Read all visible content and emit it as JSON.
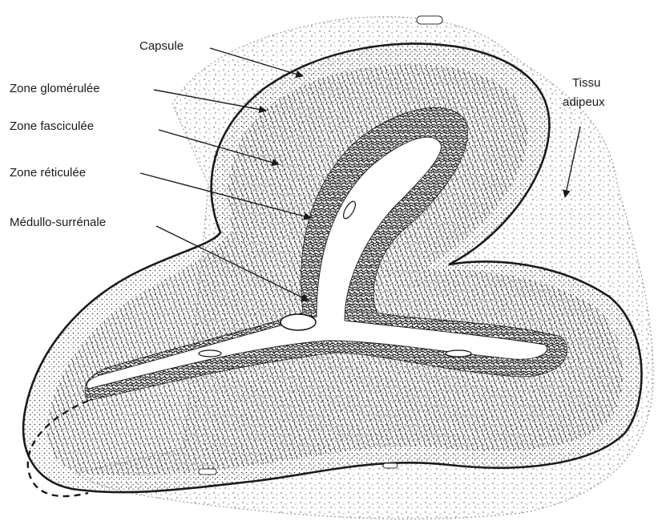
{
  "labels": {
    "capsule": "Capsule",
    "zone_glomerulee": "Zone glomérulée",
    "zone_fasciculee": "Zone fasciculée",
    "zone_reticulee": "Zone réticulée",
    "medullo": "Médullo-surrénale",
    "tissu_line1": "Tissu",
    "tissu_line2": "adipeux"
  },
  "colors": {
    "ink": "#1a1a1a",
    "background": "#ffffff"
  }
}
